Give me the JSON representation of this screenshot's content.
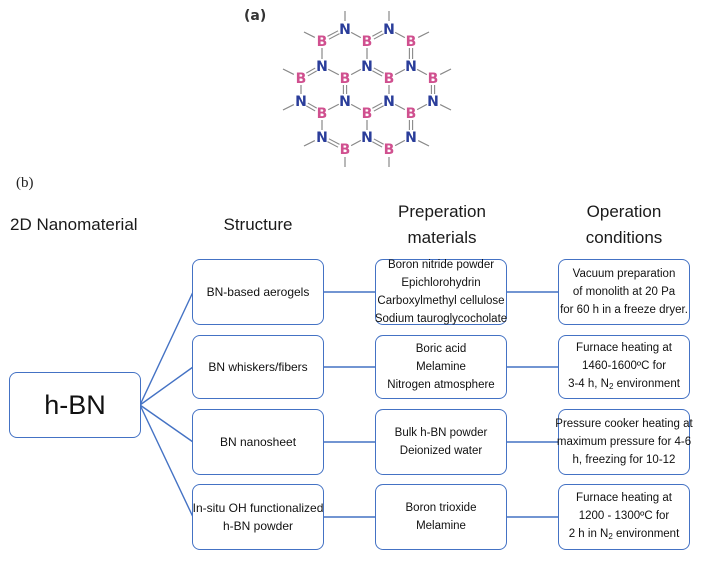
{
  "panel_a": {
    "label": "(a)",
    "molecule": {
      "name": "hexagonal boron nitride lattice",
      "boron_color": "#d0508f",
      "nitrogen_color": "#2a3d9a",
      "bond_color": "#888888",
      "atoms": [
        {
          "el": "B",
          "id": "b1"
        },
        {
          "el": "N",
          "id": "n1"
        },
        {
          "el": "B",
          "id": "b2"
        },
        {
          "el": "N",
          "id": "n2"
        },
        {
          "el": "B",
          "id": "b3"
        },
        {
          "el": "B",
          "id": "b4"
        },
        {
          "el": "N",
          "id": "n3"
        },
        {
          "el": "B",
          "id": "b5"
        },
        {
          "el": "N",
          "id": "n4"
        },
        {
          "el": "B",
          "id": "b6"
        },
        {
          "el": "N",
          "id": "n5"
        },
        {
          "el": "B",
          "id": "b7"
        },
        {
          "el": "N",
          "id": "n6"
        },
        {
          "el": "B",
          "id": "b8"
        },
        {
          "el": "N",
          "id": "n7"
        },
        {
          "el": "B",
          "id": "b9"
        },
        {
          "el": "N",
          "id": "n8"
        },
        {
          "el": "B",
          "id": "b10"
        },
        {
          "el": "N",
          "id": "n9"
        },
        {
          "el": "N",
          "id": "n10"
        },
        {
          "el": "B",
          "id": "b11"
        },
        {
          "el": "N",
          "id": "n11"
        },
        {
          "el": "B",
          "id": "b12"
        },
        {
          "el": "N",
          "id": "n12"
        }
      ]
    }
  },
  "panel_b": {
    "label": "(b)",
    "headers": {
      "nanomaterial": "2D Nanomaterial",
      "structure": "Structure",
      "materials_line1": "Preperation",
      "materials_line2": "materials",
      "conditions_line1": "Operation",
      "conditions_line2": "conditions"
    },
    "root": {
      "label": "h-BN"
    },
    "rows": [
      {
        "structure": [
          "BN-based aerogels"
        ],
        "materials": [
          "Boron nitride powder",
          "Epichlorohydrin",
          "Carboxylmethyl cellulose",
          "Sodium tauroglycocholate"
        ],
        "conditions": [
          "Vacuum preparation",
          "of monolith at 20 Pa",
          "for 60 h in a freeze dryer."
        ]
      },
      {
        "structure": [
          "BN whiskers/fibers"
        ],
        "materials": [
          "Boric acid",
          "Melamine",
          "Nitrogen atmosphere"
        ],
        "conditions": [
          "Furnace heating at",
          "1460-1600ºC for",
          "3-4 h, N|2| environment"
        ]
      },
      {
        "structure": [
          "BN nanosheet"
        ],
        "materials": [
          "Bulk h-BN powder",
          "Deionized water"
        ],
        "conditions": [
          "Pressure cooker heating at",
          "maximum pressure for 4-6",
          "h, freezing for 10-12"
        ]
      },
      {
        "structure": [
          "In-situ OH functionalized",
          "h-BN powder"
        ],
        "materials": [
          "Boron trioxide",
          "Melamine"
        ],
        "conditions": [
          "Furnace heating at",
          "1200 - 1300ºC for",
          "2 h in N|2| environment"
        ]
      }
    ],
    "colors": {
      "box_border": "#4472c4",
      "connector": "#4472c4"
    }
  }
}
